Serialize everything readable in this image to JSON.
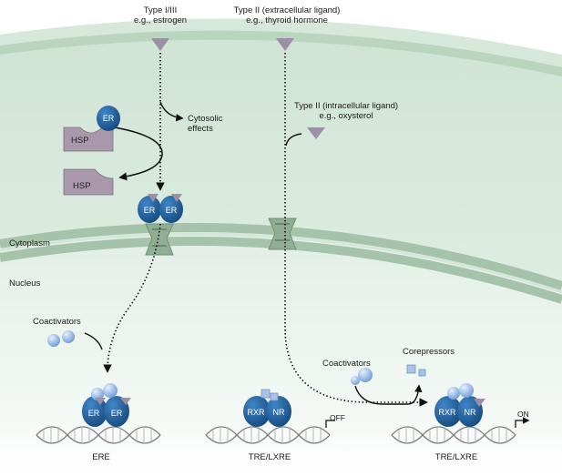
{
  "ligands": {
    "type1": {
      "line1": "Type I/III",
      "line2": "e.g., estrogen"
    },
    "type2_extra": {
      "line1": "Type II (extracellular ligand)",
      "line2": "e.g., thyroid hormone"
    },
    "type2_intra": {
      "line1": "Type II (intracellular ligand)",
      "line2": "e.g., oxysterol"
    }
  },
  "labels": {
    "cytosolic": {
      "line1": "Cytosolic",
      "line2": "effects"
    },
    "cytoplasm": "Cytoplasm",
    "nucleus": "Nucleus",
    "coactivators_left": "Coactivators",
    "coactivators_right": "Coactivators",
    "corepressors": "Corepressors",
    "off": "OFF",
    "on": "ON"
  },
  "proteins": {
    "er": "ER",
    "hsp": "HSP",
    "rxr": "RXR",
    "nr": "NR"
  },
  "elements": {
    "ere": "ERE",
    "tre_mid": "TRE/LXRE",
    "tre_right": "TRE/LXRE"
  },
  "colors": {
    "cell_bg": "#e6f2e8",
    "membrane": "#a9c7ad",
    "receptor_blue": "#1f5f9a",
    "ligand": "#9b8ea6",
    "hsp": "#a898aa",
    "coactivator": "#8fb5e0"
  }
}
